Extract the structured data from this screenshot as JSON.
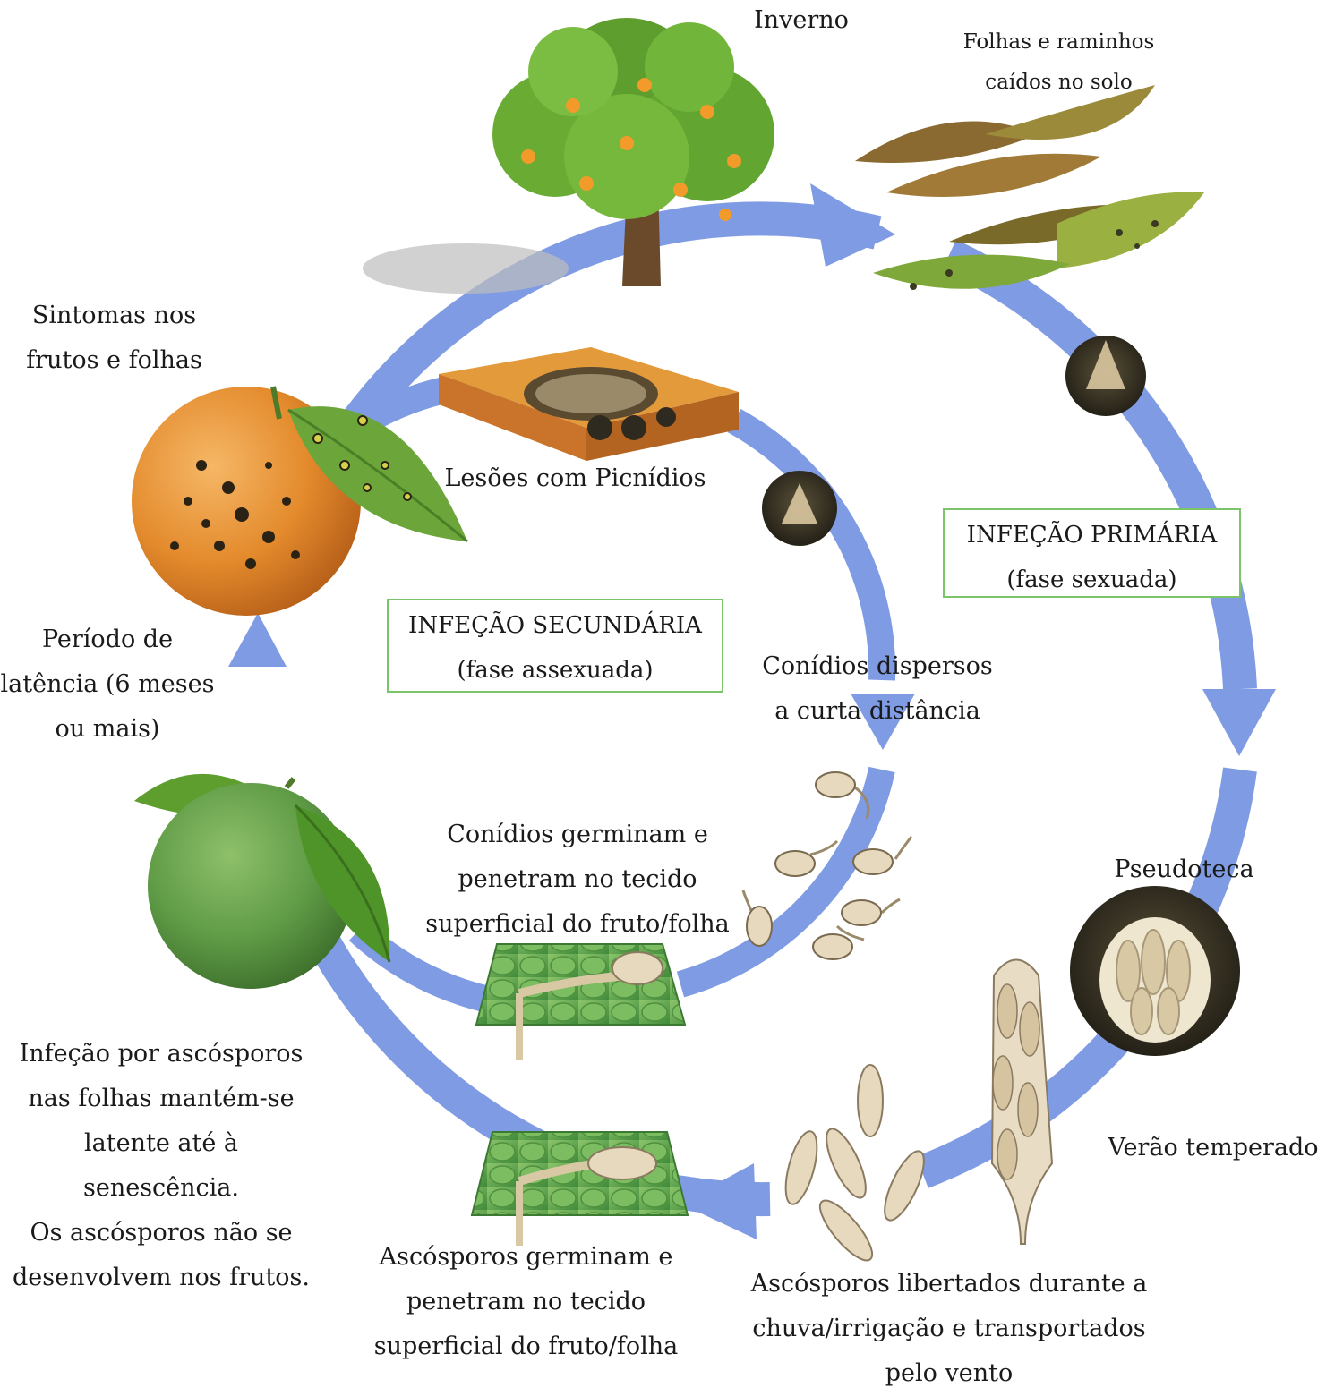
{
  "colors": {
    "cycle_arrow": "#7f9be3",
    "box_border": "#7cc46a",
    "orange_fruit": "#e8892e",
    "green_fruit": "#5f9a45",
    "leaf": "#6ca63a",
    "pseudothecium": "#3a3528",
    "spore": "#e8dcc4"
  },
  "labels": {
    "inverno": "Inverno",
    "folhas": [
      "Folhas e raminhos",
      "caídos no solo"
    ],
    "sintomas": [
      "Sintomas nos",
      "frutos e folhas"
    ],
    "lesoes": "Lesões com Picnídios",
    "periodo": [
      "Período de",
      "latência (6 meses",
      "ou mais)"
    ],
    "conidios_dispersos": [
      "Conídios dispersos",
      "a curta distância"
    ],
    "conidios_germinam": [
      "Conídios germinam e",
      "penetram no tecido",
      "superficial do fruto/folha"
    ],
    "pseudoteca": "Pseudoteca",
    "verao": "Verão temperado",
    "infecao_ascosporos": [
      "Infeção por ascósporos",
      "nas folhas mantém-se",
      "latente até à senescência.",
      "Os ascósporos não se",
      "desenvolvem nos frutos."
    ],
    "ascosporos_germinam": [
      "Ascósporos germinam e",
      "penetram no tecido",
      "superficial do fruto/folha"
    ],
    "ascosporos_libertados": [
      "Ascósporos libertados durante a",
      "chuva/irrigação e transportados",
      "pelo vento"
    ]
  },
  "boxes": {
    "primaria": [
      "INFEÇÃO PRIMÁRIA",
      "(fase sexuada)"
    ],
    "secundaria": [
      "INFEÇÃO SECUNDÁRIA",
      "(fase assexuada)"
    ]
  },
  "icons": [
    "tree-icon",
    "fallen-leaves-icon",
    "pseudothecium-icon",
    "pycnidium-icon",
    "ascus-icon",
    "ascospore-icon",
    "conidium-icon",
    "tissue-patch-icon",
    "orange-fruit-icon",
    "green-fruit-icon",
    "lesion-block-icon"
  ]
}
